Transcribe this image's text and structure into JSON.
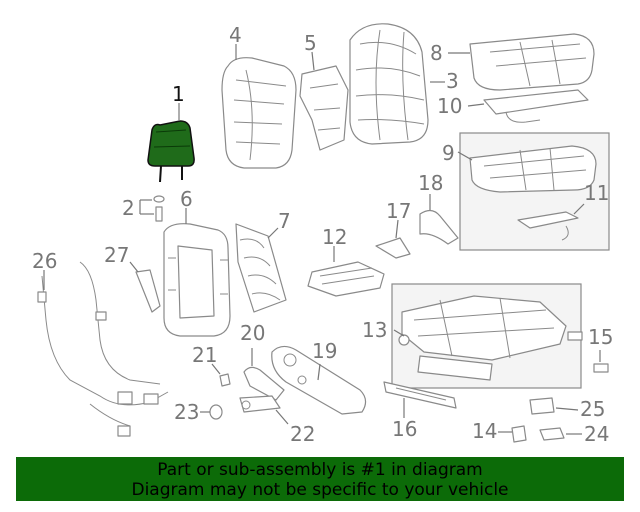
{
  "diagram": {
    "highlight_color": "#1f6b1a",
    "banner_color": "#0c6b08",
    "callouts": [
      "1",
      "2",
      "3",
      "4",
      "5",
      "6",
      "7",
      "8",
      "9",
      "10",
      "11",
      "12",
      "13",
      "14",
      "15",
      "16",
      "17",
      "18",
      "19",
      "20",
      "21",
      "22",
      "23",
      "24",
      "25",
      "26",
      "27"
    ]
  },
  "banner": {
    "line1": "Part or sub-assembly is #1 in diagram",
    "line2": "Diagram may not be specific to your vehicle"
  }
}
